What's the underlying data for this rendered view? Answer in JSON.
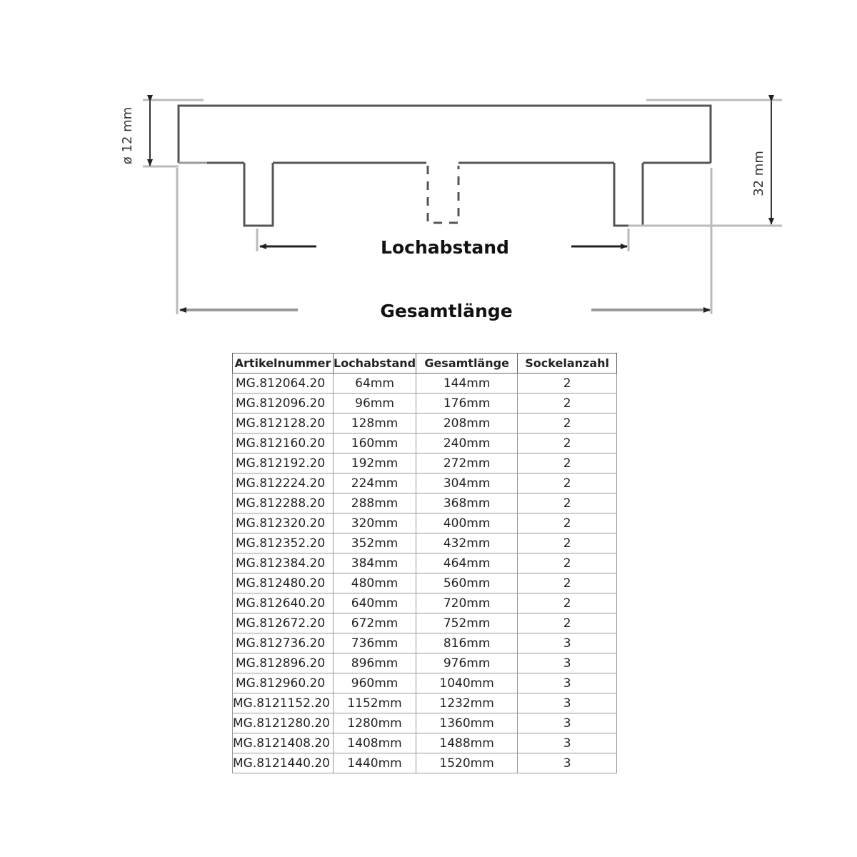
{
  "drawing": {
    "label_diameter": "ø 12 mm",
    "label_height": "32 mm",
    "label_hole_distance": "Lochabstand",
    "label_total_length": "Gesamtlänge"
  },
  "table": {
    "headers": [
      "Artikelnummer",
      "Lochabstand",
      "Gesamtlänge",
      "Sockelanzahl"
    ],
    "rows": [
      [
        "MG.812064.20",
        "64mm",
        "144mm",
        "2"
      ],
      [
        "MG.812096.20",
        "96mm",
        "176mm",
        "2"
      ],
      [
        "MG.812128.20",
        "128mm",
        "208mm",
        "2"
      ],
      [
        "MG.812160.20",
        "160mm",
        "240mm",
        "2"
      ],
      [
        "MG.812192.20",
        "192mm",
        "272mm",
        "2"
      ],
      [
        "MG.812224.20",
        "224mm",
        "304mm",
        "2"
      ],
      [
        "MG.812288.20",
        "288mm",
        "368mm",
        "2"
      ],
      [
        "MG.812320.20",
        "320mm",
        "400mm",
        "2"
      ],
      [
        "MG.812352.20",
        "352mm",
        "432mm",
        "2"
      ],
      [
        "MG.812384.20",
        "384mm",
        "464mm",
        "2"
      ],
      [
        "MG.812480.20",
        "480mm",
        "560mm",
        "2"
      ],
      [
        "MG.812640.20",
        "640mm",
        "720mm",
        "2"
      ],
      [
        "MG.812672.20",
        "672mm",
        "752mm",
        "2"
      ],
      [
        "MG.812736.20",
        "736mm",
        "816mm",
        "3"
      ],
      [
        "MG.812896.20",
        "896mm",
        "976mm",
        "3"
      ],
      [
        "MG.812960.20",
        "960mm",
        "1040mm",
        "3"
      ],
      [
        "MG.8121152.20",
        "1152mm",
        "1232mm",
        "3"
      ],
      [
        "MG.8121280.20",
        "1280mm",
        "1360mm",
        "3"
      ],
      [
        "MG.8121408.20",
        "1408mm",
        "1488mm",
        "3"
      ],
      [
        "MG.8121440.20",
        "1440mm",
        "1520mm",
        "3"
      ]
    ]
  }
}
